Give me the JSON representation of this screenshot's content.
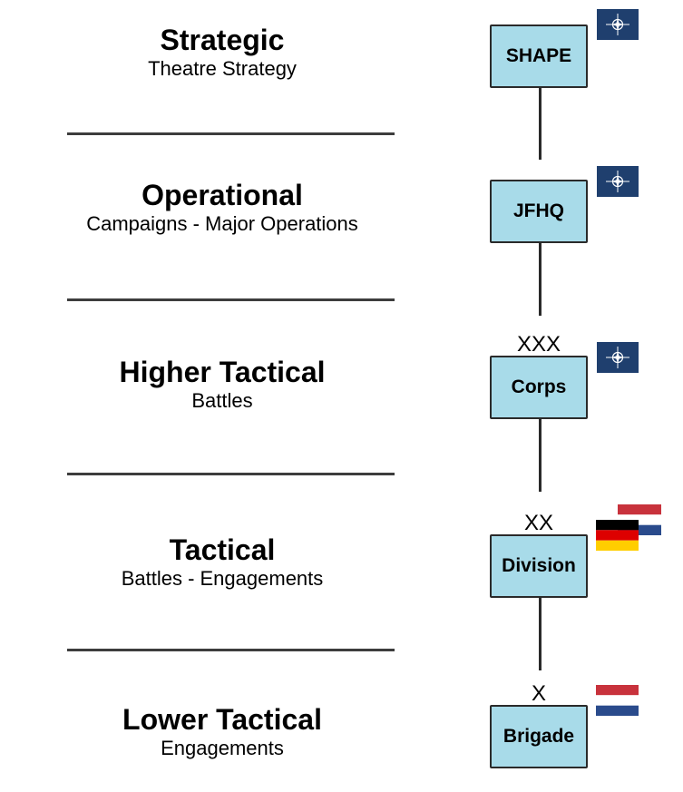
{
  "levels": [
    {
      "title": "Strategic",
      "subtitle": "Theatre Strategy"
    },
    {
      "title": "Operational",
      "subtitle": "Campaigns - Major Operations"
    },
    {
      "title": "Higher Tactical",
      "subtitle": "Battles"
    },
    {
      "title": "Tactical",
      "subtitle": "Battles - Engagements"
    },
    {
      "title": "Lower Tactical",
      "subtitle": "Engagements"
    }
  ],
  "units": [
    {
      "label": "SHAPE",
      "echelon": ""
    },
    {
      "label": "JFHQ",
      "echelon": ""
    },
    {
      "label": "Corps",
      "echelon": "XXX"
    },
    {
      "label": "Division",
      "echelon": "XX"
    },
    {
      "label": "Brigade",
      "echelon": "X"
    }
  ],
  "flags": [
    "nato-flag",
    "nato-flag",
    "nato-flag",
    "germany-flag + netherlands-flag",
    "netherlands-flag"
  ],
  "colors": {
    "unit_fill": "#a8dbe9",
    "nato_blue": "#1f3f6e",
    "nl_red": "#c8323c",
    "nl_blue": "#2a4b8c",
    "de_black": "#000000",
    "de_red": "#dd0000",
    "de_gold": "#ffce00"
  }
}
